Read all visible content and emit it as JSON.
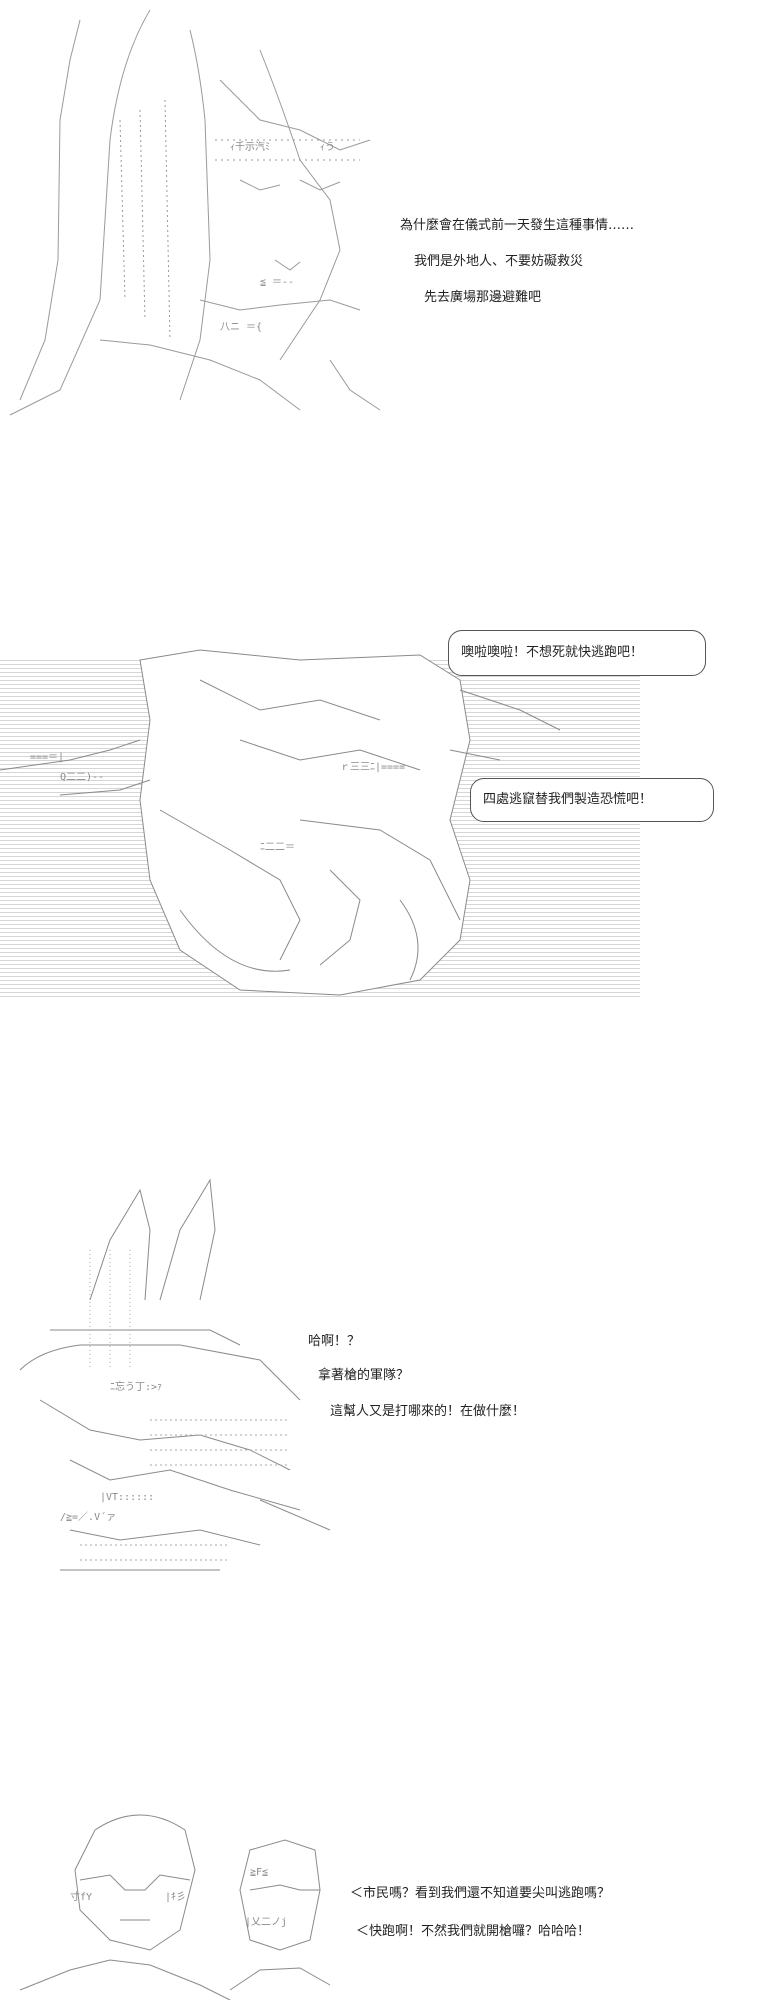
{
  "panel1": {
    "lines": [
      "為什麼會在儀式前一天發生這種事情……",
      "我們是外地人、不要妨礙救災",
      "先去廣場那邊避難吧"
    ]
  },
  "panel2": {
    "bubbles": [
      "噢啦噢啦！不想死就快逃跑吧！",
      "四處逃竄替我們製造恐慌吧！"
    ]
  },
  "panel3": {
    "lines": [
      "哈啊！？",
      "拿著槍的軍隊？",
      "這幫人又是打哪來的！在做什麼！"
    ]
  },
  "panel4": {
    "lines": [
      "＜市民嗎？看到我們還不知道要尖叫逃跑嗎？",
      "＜快跑啊！不然我們就開槍囉？哈哈哈！"
    ]
  }
}
